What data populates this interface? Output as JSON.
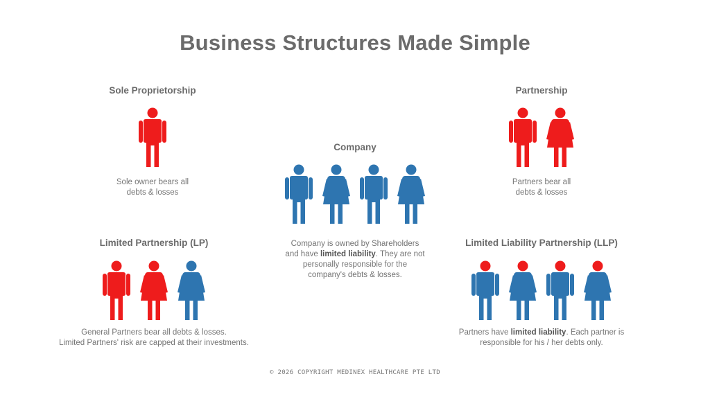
{
  "title": "Business Structures Made Simple",
  "colors": {
    "unlimited": "#ee1c1c",
    "limited": "#2e75b0"
  },
  "sections": {
    "sole": {
      "heading": "Sole Proprietorship",
      "desc_line1": "Sole owner bears all",
      "desc_line2": "debts & losses",
      "figures": [
        "male-figure-red"
      ]
    },
    "partnership": {
      "heading": "Partnership",
      "desc_line1": "Partners bear all",
      "desc_line2": "debts & losses",
      "figures": [
        "male-figure-red",
        "female-figure-red"
      ]
    },
    "company": {
      "heading": "Company",
      "desc_line1_a": "Company is owned by Shareholders",
      "desc_line2_a": "and have ",
      "desc_line2_bold": "limited liability",
      "desc_line2_b": ".  They are not",
      "desc_line3": "personally responsible for the",
      "desc_line4": "company's debts & losses.",
      "figures": [
        "male-figure-blue",
        "female-figure-blue",
        "male-figure-blue",
        "female-figure-blue"
      ]
    },
    "lp": {
      "heading": "Limited Partnership (LP)",
      "desc_line1": "General Partners bear all debts & losses.",
      "desc_line2": "Limited Partners' risk are capped at their investments.",
      "figures": [
        "male-figure-red",
        "female-figure-red",
        "female-figure-blue"
      ]
    },
    "llp": {
      "heading": "Limited Liability Partnership (LLP)",
      "desc_line1_a": "Partners have ",
      "desc_line1_bold": "limited liability",
      "desc_line1_b": ".  Each partner is",
      "desc_line2": "responsible for his / her debts only.",
      "figures": [
        "male-figure-blue-red-head",
        "female-figure-blue-red-head",
        "male-figure-blue-red-head",
        "female-figure-blue-red-head"
      ]
    }
  },
  "copyright": "© 2026 COPYRIGHT MEDINEX HEALTHCARE PTE LTD"
}
